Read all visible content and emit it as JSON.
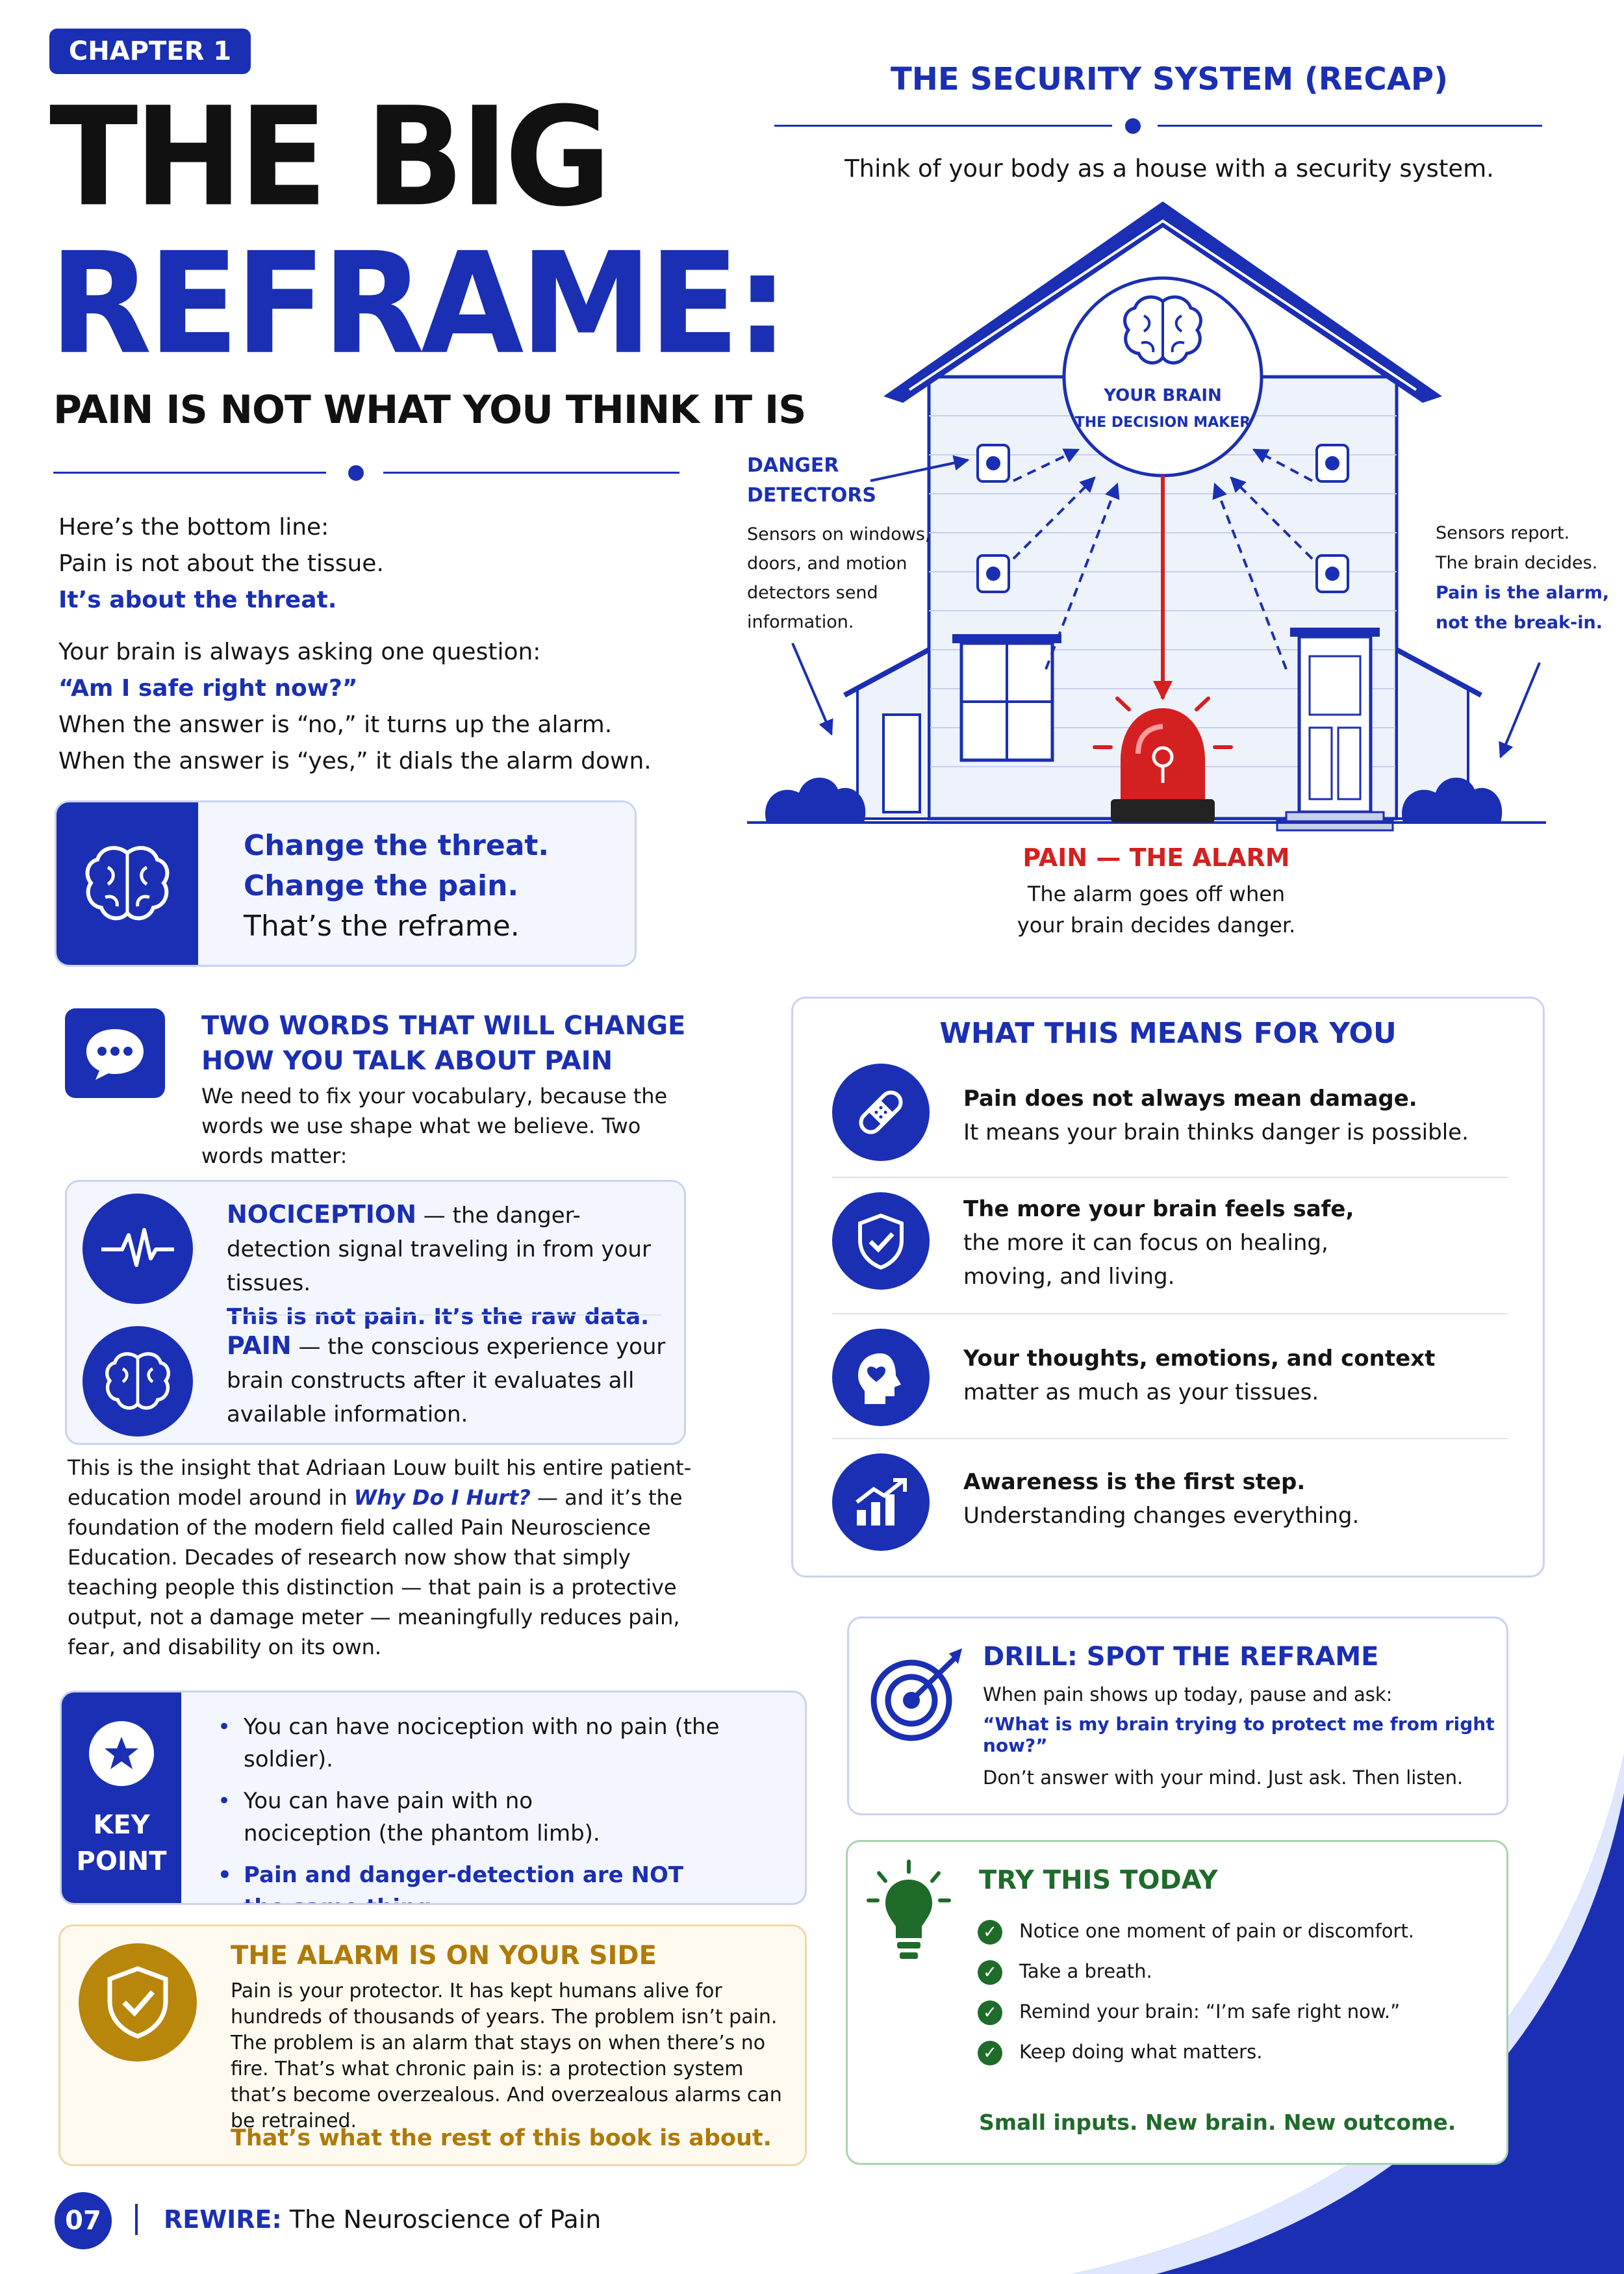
{
  "chapter": {
    "badge": "CHAPTER 1",
    "title_line1": "THE BIG",
    "title_line2": "REFRAME:",
    "subtitle": "PAIN IS NOT WHAT YOU THINK IT IS"
  },
  "intro": {
    "l1": "Here’s the bottom line:",
    "l2": "Pain is not about the tissue.",
    "l3": "It’s about the threat.",
    "l4": "Your brain is always asking one question:",
    "l5": "“Am I safe right now?”",
    "l6": "When the answer is “no,” it turns up the alarm.",
    "l7": "When the answer is “yes,” it dials the alarm down."
  },
  "reframe_box": {
    "l1": "Change the threat.",
    "l2": "Change the pain.",
    "l3": "That’s the reframe."
  },
  "two_words": {
    "title1": "TWO WORDS THAT WILL CHANGE",
    "title2": "HOW YOU TALK ABOUT PAIN",
    "body": "We need to fix your vocabulary, because the words we use shape what we believe. Two words matter:",
    "noci_term": "NOCICEPTION",
    "noci_def": " — the danger-detection signal traveling in from your tissues.",
    "noci_note": "This is not pain. It’s the raw data.",
    "pain_term": "PAIN",
    "pain_def": " — the conscious experience your brain constructs after it evaluates all available information."
  },
  "insight": {
    "p1": "This is the insight that Adriaan Louw built his entire patient-education model around in ",
    "book": "Why Do I Hurt?",
    "p2": " — and it’s the foundation of the modern field called Pain Neuroscience Education. Decades of research now show that simply teaching people this distinction — that pain is a protective output, not a damage meter — meaningfully reduces pain, fear, and disability on its own."
  },
  "key_point": {
    "label1": "KEY",
    "label2": "POINT",
    "b1": "You can have nociception with no pain (the soldier).",
    "b2": "You can have pain with no nociception (the phantom limb).",
    "b3": "Pain and danger-detection are NOT the same thing."
  },
  "alarm_side": {
    "title": "THE ALARM IS ON YOUR SIDE",
    "body": "Pain is your protector. It has kept humans alive for hundreds of thousands of years. The problem isn’t pain. The problem is an alarm that stays on when there’s no fire. That’s what chronic pain is: a protection system that’s become overzealous. And overzealous alarms can be retrained.",
    "closing": "That’s what the rest of this book is about."
  },
  "footer": {
    "page": "07",
    "brand": "REWIRE:",
    "subtitle": " The Neuroscience of Pain"
  },
  "security": {
    "title": "THE SECURITY SYSTEM (RECAP)",
    "caption": "Think of your body as a house with a security system.",
    "brain_l1": "YOUR BRAIN",
    "brain_l2": "THE DECISION MAKER",
    "detectors_title1": "DANGER",
    "detectors_title2": "DETECTORS",
    "detectors_body": "Sensors on windows, doors, and motion detectors send information.",
    "right_l1": "Sensors report.",
    "right_l2": "The brain decides.",
    "right_l3": "Pain is the alarm,",
    "right_l4": "not the break-in.",
    "alarm_title": "PAIN — THE ALARM",
    "alarm_l1": "The alarm goes off when",
    "alarm_l2": "your brain decides danger."
  },
  "means": {
    "title": "WHAT THIS MEANS FOR YOU",
    "items": [
      {
        "bold": "Pain does not always mean damage.",
        "rest": "It means your brain thinks danger is possible.",
        "icon": "bandage-icon"
      },
      {
        "bold": "The more your brain feels safe,",
        "rest": "the more it can focus on healing, moving, and living.",
        "icon": "shield-check-icon"
      },
      {
        "bold": "Your thoughts, emotions, and context",
        "rest": "matter as much as your tissues.",
        "icon": "head-heart-icon"
      },
      {
        "bold": "Awareness is the first step.",
        "rest": "Understanding changes everything.",
        "icon": "growth-chart-icon"
      }
    ]
  },
  "drill": {
    "title": "DRILL: SPOT THE REFRAME",
    "l1": "When pain shows up today, pause and ask:",
    "l2": "“What is my brain trying to protect me from right now?”",
    "l3": "Don’t answer with your mind. Just ask. Then listen."
  },
  "try_today": {
    "title": "TRY THIS TODAY",
    "items": [
      "Notice one moment of pain or discomfort.",
      "Take a breath.",
      "Remind your brain: “I’m safe right now.”",
      "Keep doing what matters."
    ],
    "closing": "Small inputs. New brain. New outcome."
  },
  "colors": {
    "brand_blue": "#1a2fb3",
    "alarm_red": "#d42020",
    "gold": "#b8860b",
    "green": "#1f6b2a"
  }
}
